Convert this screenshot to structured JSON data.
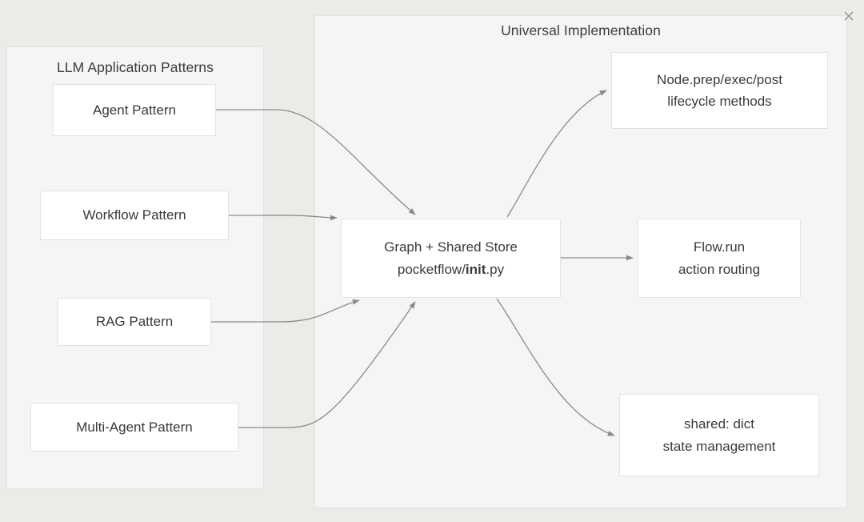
{
  "diagram": {
    "groups": {
      "left": {
        "title": "LLM Application Patterns"
      },
      "right": {
        "title": "Universal Implementation"
      }
    },
    "nodes": {
      "agent": {
        "label": "Agent Pattern"
      },
      "workflow": {
        "label": "Workflow Pattern"
      },
      "rag": {
        "label": "RAG Pattern"
      },
      "multiagent": {
        "label": "Multi-Agent Pattern"
      },
      "core": {
        "line1": "Graph + Shared Store",
        "line2_prefix": "pocketflow/",
        "line2_bold": "init",
        "line2_suffix": ".py"
      },
      "lifecycle": {
        "line1": "Node.prep/exec/post",
        "line2": "lifecycle methods"
      },
      "flowrun": {
        "line1": "Flow.run",
        "line2": "action routing"
      },
      "shared": {
        "line1": "shared: dict",
        "line2": "state management"
      }
    },
    "icons": {
      "close": "close-icon"
    },
    "colors": {
      "page_background": "#edebe8",
      "group_background": "#f5f5f5",
      "group_border": "#e2e2e2",
      "node_background": "#ffffff",
      "node_border": "#e3e3e3",
      "text": "#3a3a3a",
      "arrow": "#8a8a8a"
    }
  }
}
